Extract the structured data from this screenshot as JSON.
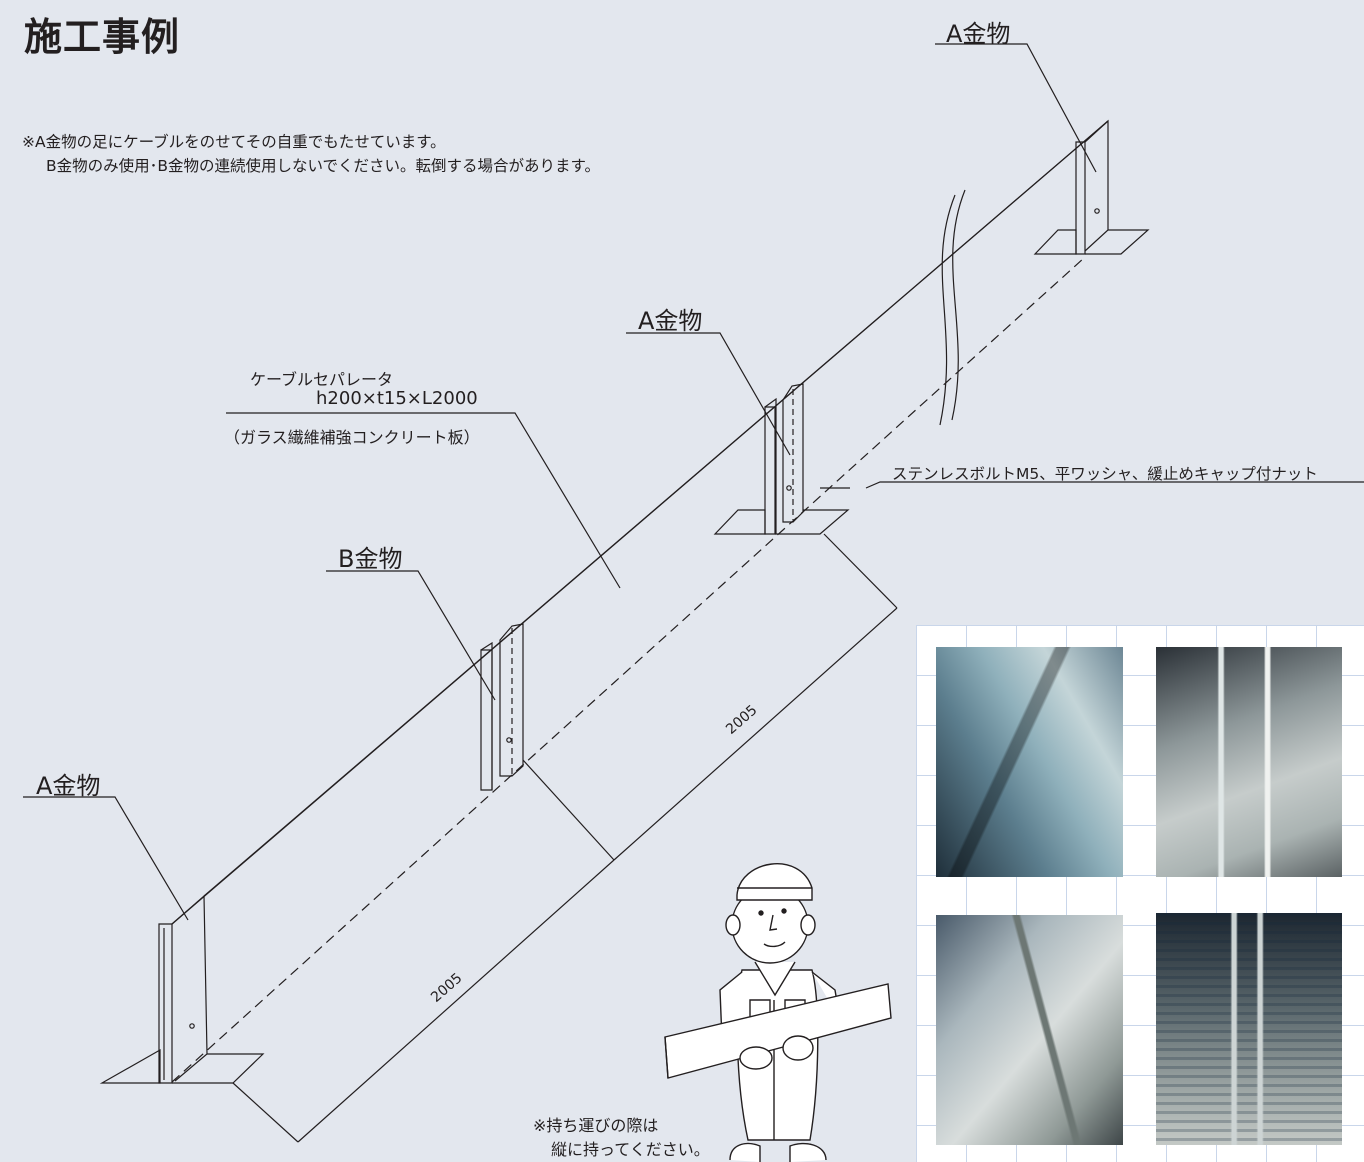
{
  "title": "施工事例",
  "notes": {
    "line1": "※A金物の足にケーブルをのせてその自重でもたせています。",
    "line2": "B金物のみ使用･B金物の連続使用しないでください。転倒する場合があります。"
  },
  "labels": {
    "a_top": "A金物",
    "a_mid": "A金物",
    "a_left": "A金物",
    "b": "B金物",
    "separator_name": "ケーブルセパレータ",
    "separator_size": "h200×t15×L2000",
    "separator_material": "（ガラス繊維補強コンクリート板）",
    "bolt": "ステンレスボルトM5、平ワッシャ、緩止めキャップ付ナット",
    "dim_upper": "2005",
    "dim_lower": "2005"
  },
  "carry_note": {
    "line1": "※持ち運びの際は",
    "line2": "縦に持ってください。"
  },
  "photos": [
    "photo-1",
    "photo-2",
    "photo-3",
    "photo-4"
  ],
  "colors": {
    "background": "#e3e7ee",
    "line": "#231f20",
    "grid": "#c9d6ea"
  }
}
